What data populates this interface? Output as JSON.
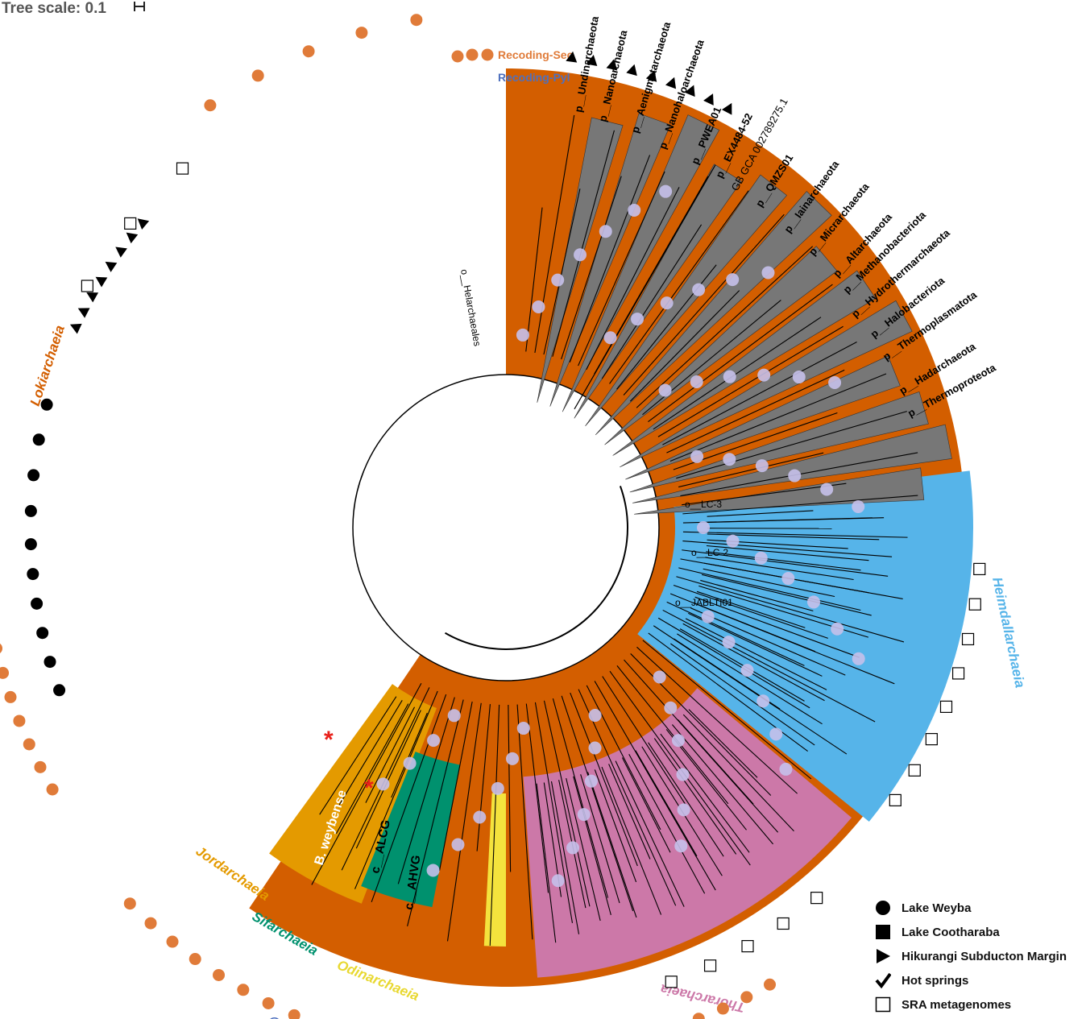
{
  "tree_scale": {
    "label": "Tree scale: 0.1"
  },
  "recoding": {
    "sec": "Recoding-Sec",
    "pyl": "Recoding-Pyl"
  },
  "colors": {
    "loki": "#d35e00",
    "jord": "#e49a00",
    "sif": "#00916e",
    "odin": "#f4e33d",
    "thor": "#cc78a8",
    "heim": "#56b4e9",
    "collapsed": "#777777",
    "sec": "#e07b39",
    "pyl": "#4e70be",
    "node": "#c5c0ea"
  },
  "phyla": [
    "p__Undinarchaeota",
    "p__Nanoarchaeota",
    "p__Aenigmatarchaeota",
    "p__Nanohaloarchaeota",
    "p__PWEA01",
    "p__EX4484-52",
    "GB GCA 002789275.1",
    "p__QMZS01",
    "p__Iainarchaeota",
    "p__Micrarchaeota",
    "p__Altarchaeota",
    "p__Methanobacteriota",
    "p__Hydrothermarchaeota",
    "p__Halobacteriota",
    "p__Thermoplasmatota",
    "p__Hadarchaeota",
    "p__Thermoproteota"
  ],
  "clades": {
    "loki": "Lokiarchaeia",
    "heim": "Heimdallarchaeia",
    "thor": "Thorarchaeia",
    "odin": "Odinarchaeia",
    "sif": "Sifarchaeia",
    "jord": "Jordarchaeia"
  },
  "inner_labels": {
    "weybense": "B. weybense",
    "alcg": "c__ALCG",
    "ahvg": "c__AHVG",
    "helar": "o__Helarchaeales",
    "lc3": "o__LC-3",
    "lc2": "o__LC-2",
    "jabl": "o__JABLTI01"
  },
  "legend": [
    {
      "symbol": "circle",
      "label": "Lake Weyba"
    },
    {
      "symbol": "square",
      "label": "Lake Cootharaba"
    },
    {
      "symbol": "triangle",
      "label": "Hikurangi Subducton Margin"
    },
    {
      "symbol": "check",
      "label": "Hot springs"
    },
    {
      "symbol": "open-square",
      "label": "SRA metagenomes"
    }
  ]
}
